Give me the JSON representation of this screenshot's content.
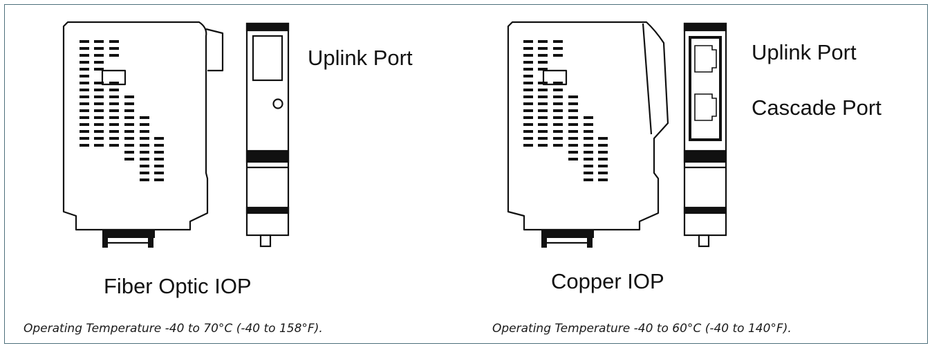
{
  "modules": [
    {
      "name": "Fiber Optic IOP",
      "ports": [
        "Uplink Port"
      ],
      "note": "Operating Temperature -40 to 70°C (-40 to 158°F)."
    },
    {
      "name": "Copper IOP",
      "ports": [
        "Uplink Port",
        "Cascade Port"
      ],
      "note": "Operating Temperature -40 to 60°C (-40 to 140°F)."
    }
  ],
  "colors": {
    "frame": "#4d6f7a",
    "line": "#111111"
  }
}
